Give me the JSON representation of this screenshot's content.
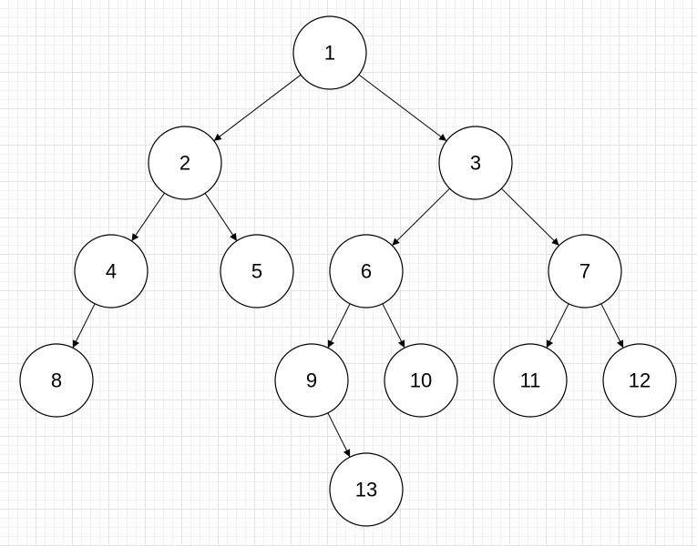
{
  "diagram": {
    "type": "binary-tree",
    "nodes": [
      {
        "id": "1",
        "label": "1"
      },
      {
        "id": "2",
        "label": "2"
      },
      {
        "id": "3",
        "label": "3"
      },
      {
        "id": "4",
        "label": "4"
      },
      {
        "id": "5",
        "label": "5"
      },
      {
        "id": "6",
        "label": "6"
      },
      {
        "id": "7",
        "label": "7"
      },
      {
        "id": "8",
        "label": "8"
      },
      {
        "id": "9",
        "label": "9"
      },
      {
        "id": "10",
        "label": "10"
      },
      {
        "id": "11",
        "label": "11"
      },
      {
        "id": "12",
        "label": "12"
      },
      {
        "id": "13",
        "label": "13"
      }
    ],
    "edges": [
      {
        "from": "1",
        "to": "2"
      },
      {
        "from": "1",
        "to": "3"
      },
      {
        "from": "2",
        "to": "4"
      },
      {
        "from": "2",
        "to": "5"
      },
      {
        "from": "3",
        "to": "6"
      },
      {
        "from": "3",
        "to": "7"
      },
      {
        "from": "4",
        "to": "8"
      },
      {
        "from": "6",
        "to": "9"
      },
      {
        "from": "6",
        "to": "10"
      },
      {
        "from": "7",
        "to": "11"
      },
      {
        "from": "7",
        "to": "12"
      },
      {
        "from": "9",
        "to": "13"
      }
    ],
    "colors": {
      "node_fill": "#ffffff",
      "node_stroke": "#000000",
      "edge": "#000000",
      "grid": "#e3e3e3"
    }
  }
}
